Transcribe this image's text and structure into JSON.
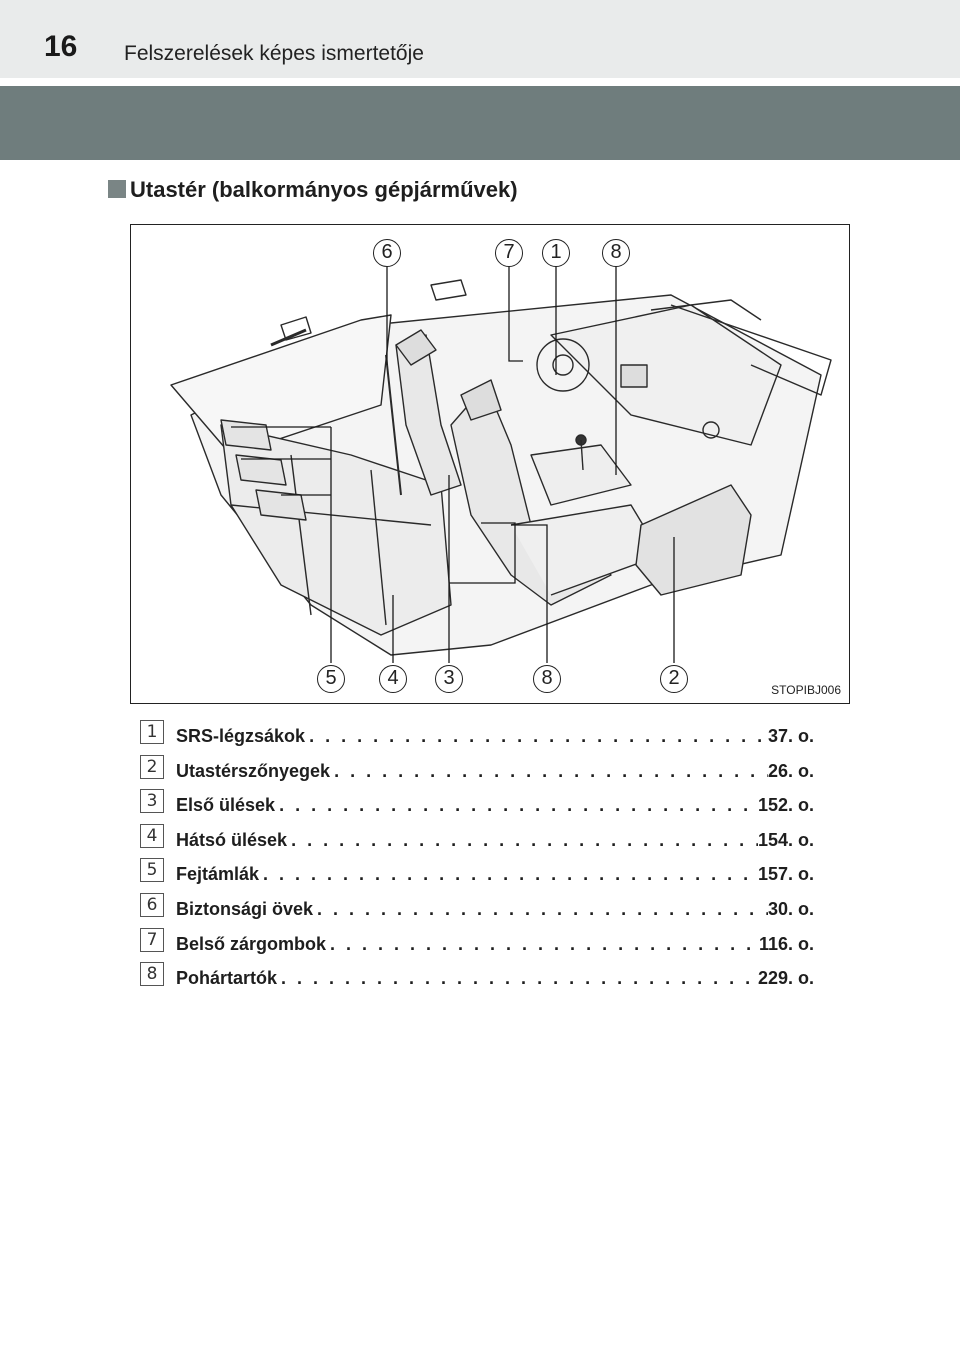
{
  "header": {
    "page_number": "16",
    "title": "Felszerelések képes ismertetője"
  },
  "section": {
    "title": "Utastér (balkormányos gépjárművek)"
  },
  "figure": {
    "code": "STOPIBJ006",
    "callouts_top": [
      "6",
      "7",
      "1",
      "8"
    ],
    "callouts_bottom": [
      "5",
      "4",
      "3",
      "8",
      "2"
    ]
  },
  "items": [
    {
      "num": "1",
      "label": "SRS-légzsákok",
      "ref": "37. o."
    },
    {
      "num": "2",
      "label": "Utastérszőnyegek",
      "ref": "26. o."
    },
    {
      "num": "3",
      "label": "Első ülések",
      "ref": "152. o."
    },
    {
      "num": "4",
      "label": "Hátsó ülések",
      "ref": "154. o."
    },
    {
      "num": "5",
      "label": "Fejtámlák",
      "ref": "157. o."
    },
    {
      "num": "6",
      "label": "Biztonsági övek",
      "ref": "30. o."
    },
    {
      "num": "7",
      "label": "Belső zárgombok",
      "ref": "116. o."
    },
    {
      "num": "8",
      "label": "Pohártartók",
      "ref": "229. o."
    }
  ]
}
